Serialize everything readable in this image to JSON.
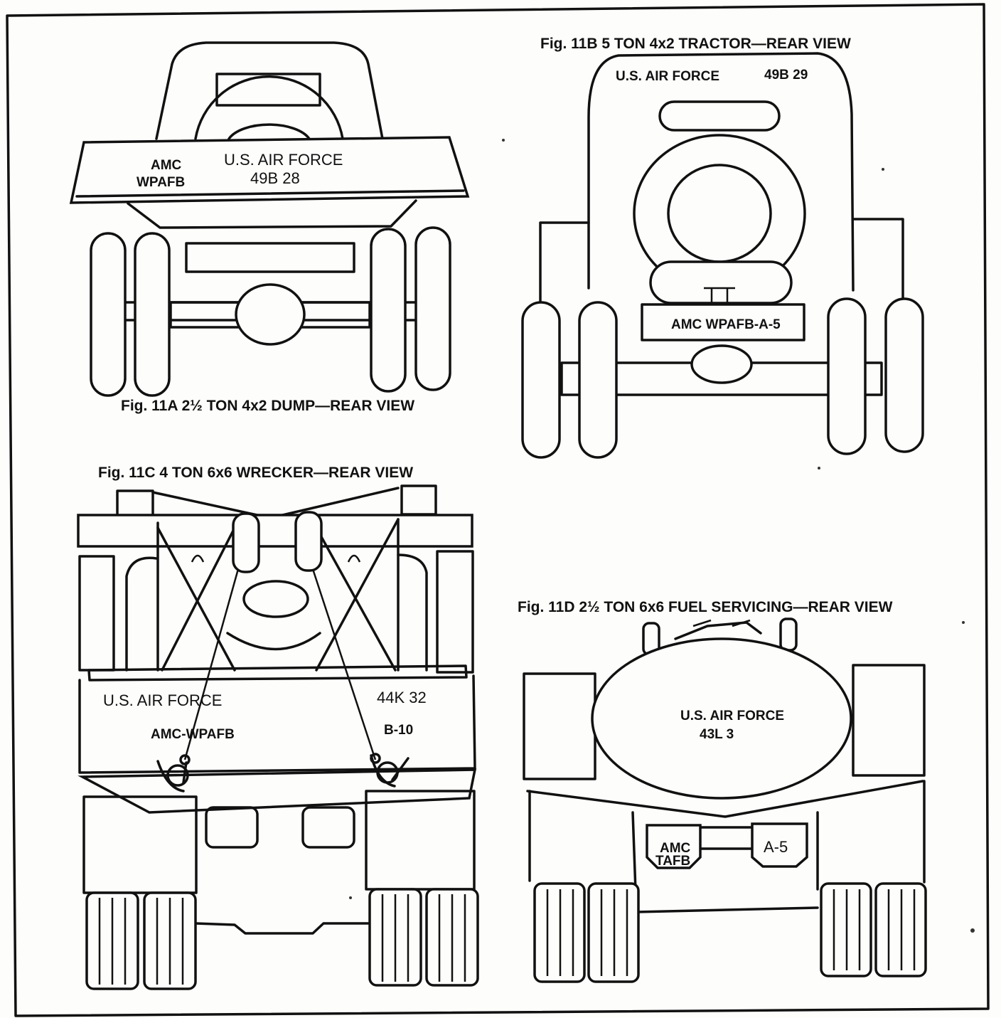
{
  "figures": {
    "fig_11a": {
      "caption": "Fig. 11A  2½ TON 4x2 DUMP—REAR VIEW",
      "markings": {
        "left_line1": "AMC",
        "left_line2": "WPAFB",
        "right_line1": "U.S. AIR FORCE",
        "right_line2": "49B  28"
      }
    },
    "fig_11b": {
      "caption": "Fig. 11B  5 TON 4x2 TRACTOR—REAR VIEW",
      "markings": {
        "top_left": "U.S. AIR FORCE",
        "top_right": "49B  29",
        "plate": "AMC WPAFB-A-5"
      }
    },
    "fig_11c": {
      "caption": "Fig. 11C  4 TON 6x6 WRECKER—REAR VIEW",
      "markings": {
        "left": "U.S. AIR FORCE",
        "right": "44K  32",
        "lower_left": "AMC-WPAFB",
        "lower_right": "B-10"
      }
    },
    "fig_11d": {
      "caption": "Fig. 11D  2½ TON 6x6 FUEL SERVICING—REAR VIEW",
      "markings": {
        "tank_line1": "U.S. AIR FORCE",
        "tank_line2": "43L  3",
        "left_plate_line1": "AMC",
        "left_plate_line2": "TAFB",
        "right_plate": "A-5"
      }
    }
  },
  "colors": {
    "ink": "#111111",
    "paper": "#fdfdfb"
  }
}
